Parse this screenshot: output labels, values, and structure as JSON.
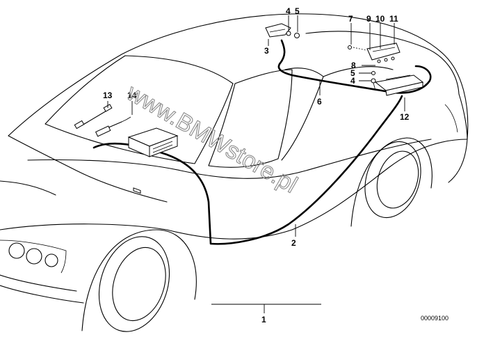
{
  "diagram": {
    "callouts": [
      {
        "id": "c1",
        "text": "1"
      },
      {
        "id": "c2",
        "text": "2"
      },
      {
        "id": "c3",
        "text": "3"
      },
      {
        "id": "c4a",
        "text": "4"
      },
      {
        "id": "c5a",
        "text": "5"
      },
      {
        "id": "c6",
        "text": "6"
      },
      {
        "id": "c7",
        "text": "7"
      },
      {
        "id": "c8",
        "text": "8"
      },
      {
        "id": "c9",
        "text": "9"
      },
      {
        "id": "c10",
        "text": "10"
      },
      {
        "id": "c11",
        "text": "11"
      },
      {
        "id": "c5b",
        "text": "5"
      },
      {
        "id": "c4b",
        "text": "4"
      },
      {
        "id": "c12",
        "text": "12"
      },
      {
        "id": "c13",
        "text": "13"
      },
      {
        "id": "c14",
        "text": "14"
      }
    ],
    "reference_number": "00009100",
    "watermark": "www.BMWstore.pl"
  }
}
